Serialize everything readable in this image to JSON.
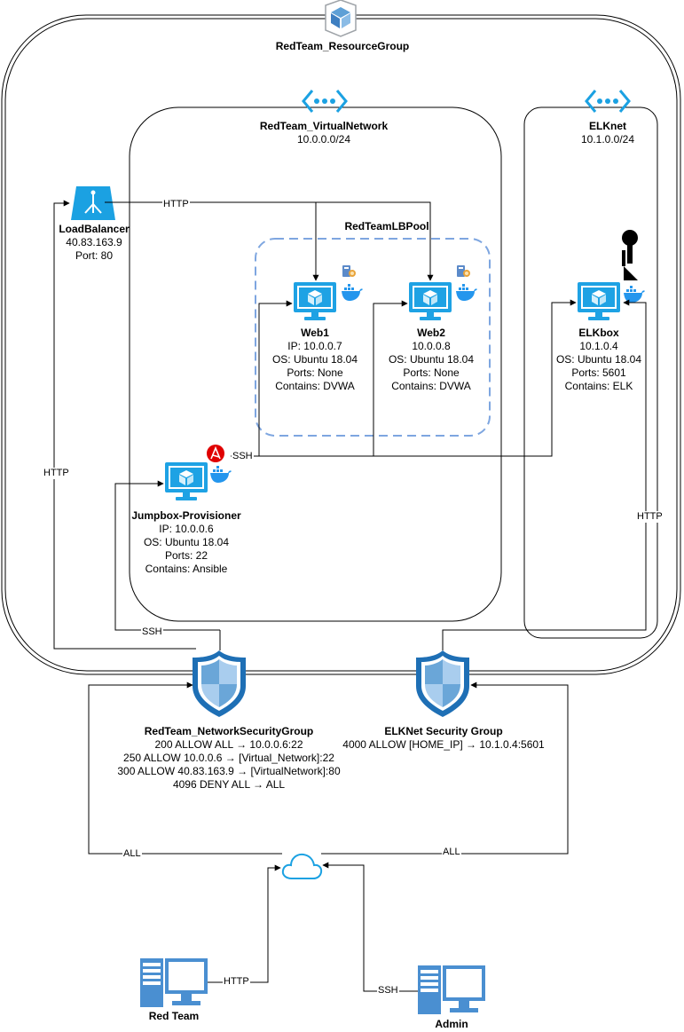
{
  "resource_group": {
    "name": "RedTeam_ResourceGroup"
  },
  "vnet": {
    "name": "RedTeam_VirtualNetwork",
    "cidr": "10.0.0.0/24"
  },
  "elknet": {
    "name": "ELKnet",
    "cidr": "10.1.0.0/24"
  },
  "lb": {
    "name": "LoadBalancer",
    "ip": "40.83.163.9",
    "port": "Port: 80"
  },
  "pool": {
    "name": "RedTeamLBPool"
  },
  "web1": {
    "name": "Web1",
    "lines": [
      "IP: 10.0.0.7",
      "OS: Ubuntu 18.04",
      "Ports: None",
      "Contains: DVWA"
    ]
  },
  "web2": {
    "name": "Web2",
    "lines": [
      "10.0.0.8",
      "OS: Ubuntu 18.04",
      "Ports: None",
      "Contains: DVWA"
    ]
  },
  "elkbox": {
    "name": "ELKbox",
    "lines": [
      "10.1.0.4",
      "OS: Ubuntu 18.04",
      "Ports: 5601",
      "Contains: ELK"
    ]
  },
  "jumpbox": {
    "name": "Jumpbox-Provisioner",
    "lines": [
      "IP: 10.0.0.6",
      "OS: Ubuntu 18.04",
      "Ports: 22",
      "Contains: Ansible"
    ]
  },
  "nsg": {
    "name": "RedTeam_NetworkSecurityGroup",
    "rules": [
      "200 ALLOW ALL → 10.0.0.6:22",
      "250 ALLOW 10.0.0.6 → [Virtual_Network]:22",
      "300 ALLOW 40.83.163.9 → [VirtualNetwork]:80",
      "4096 DENY ALL → ALL"
    ]
  },
  "elknsg": {
    "name": "ELKNet Security Group",
    "rules": [
      "4000 ALLOW [HOME_IP] → 10.1.0.4:5601"
    ]
  },
  "clients": {
    "redteam": "Red Team",
    "admin": "Admin"
  },
  "edges": {
    "http": "HTTP",
    "ssh": "SSH",
    "all": "ALL"
  },
  "colors": {
    "azure_blue": "#1ba1e2",
    "vm_blue": "#1ea2e4",
    "shield_blue": "#1e6fb5",
    "pool_dash": "#7ea6e0",
    "ansible_red": "#e00000",
    "docker_blue": "#2496ed"
  }
}
